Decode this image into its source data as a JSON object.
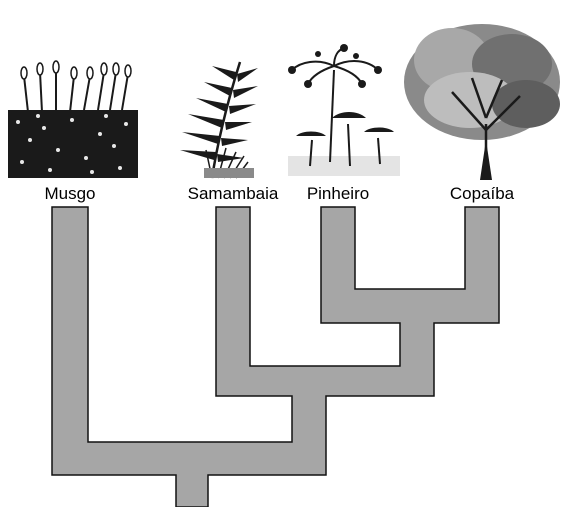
{
  "diagram": {
    "type": "cladogram",
    "colors": {
      "branch_fill": "#a6a6a6",
      "branch_stroke": "#111111",
      "illustration_dark": "#1a1a1a",
      "illustration_mid": "#8a8a8a"
    },
    "taxa": [
      {
        "label": "Musgo",
        "icon": "moss-icon"
      },
      {
        "label": "Samambaia",
        "icon": "fern-icon"
      },
      {
        "label": "Pinheiro",
        "icon": "araucaria-pine-icon"
      },
      {
        "label": "Copaíba",
        "icon": "copaiba-tree-icon"
      }
    ],
    "topology": "(Musgo, (Samambaia, (Pinheiro, Copaíba)))"
  }
}
